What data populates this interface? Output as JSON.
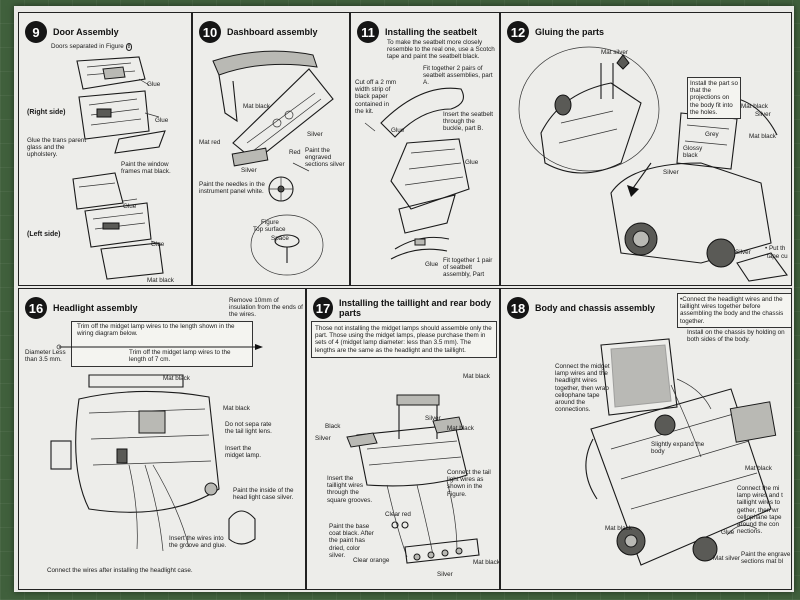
{
  "sections": {
    "s9": {
      "number": "9",
      "title": "Door Assembly",
      "note": "Doors separated in Figure",
      "figure_ref": "8",
      "labels": {
        "glue1": "Glue",
        "glue2": "Glue",
        "right_side": "(Right side)",
        "glue_glass": "Glue the trans parent glass and the upholstery.",
        "paint_window": "Paint the window frames mat black.",
        "glue3": "Glue",
        "left_side": "(Left side)",
        "glue4": "Glue",
        "mat_black": "Mat black"
      }
    },
    "s10": {
      "number": "10",
      "title": "Dashboard assembly",
      "labels": {
        "mat_black": "Mat black",
        "silver1": "Silver",
        "mat_red": "Mat red",
        "red": "Red",
        "paint_engraved": "Paint the engraved sections silver",
        "silver2": "Silver",
        "paint_needles": "Paint the needles in the instrument panel white.",
        "figure": "Figure",
        "top_surface": "Top surface",
        "space": "Space"
      }
    },
    "s11": {
      "number": "11",
      "title": "Installing the seatbelt",
      "intro": "To make the seatbelt more closely resemble to the real one, use a Scotch tape and paint the seatbelt black.",
      "labels": {
        "fit_together_a": "Fit together 2 pairs of seatbelt assemblies, part A.",
        "cut_off": "Cut off a 2 mm width strip of black paper contained in the kit.",
        "insert_belt": "Insert the seatbelt through the buckle, part B.",
        "glue1": "Glue",
        "glue2": "Glue",
        "glue3": "Glue",
        "fit_together_1": "Fit together 1 pair of seatbelt assembly, Part"
      }
    },
    "s12": {
      "number": "12",
      "title": "Gluing the parts",
      "labels": {
        "mat_silver": "Mat silver",
        "install_part": "Install the part so that the projections on the body fit into the holes.",
        "mat_black1": "Mat black",
        "silver1": "Silver",
        "glossy_black": "Glossy black",
        "grey": "Grey",
        "silver2": "Silver",
        "silver3": "Silver",
        "mat_black2": "Mat black",
        "put": "• Put th",
        "tape_cut": "tape cu"
      }
    },
    "s16": {
      "number": "16",
      "title": "Headlight assembly",
      "remove_note": "Remove 10mm of insulation from the ends of the wires.",
      "trim1": "Trim off the midget lamp wires to the length shown in the wiring diagram below.",
      "diameter": "Diameter Less than 3.5 mm.",
      "trim2": "Trim off the midget lamp wires to the length of 7 cm.",
      "labels": {
        "mat_black1": "Mat black",
        "mat_black2": "Mat black",
        "do_not_separate": "Do not sepa rate the tail light lens.",
        "insert_lamp": "Insert the midget lamp.",
        "paint_inside": "Paint the inside of the head light case silver.",
        "insert_wires": "Insert the wires into the groove and glue."
      },
      "footer": "Connect the wires after installing the headlight case."
    },
    "s17": {
      "number": "17",
      "title": "Installing the taillight and rear body parts",
      "note": "Those not installing the midget lamps should assemble only the part. Those using the midget lamps, please purchase them in sets of 4 (midget lamp diameter: less than 3.5 mm). The lengths are the same as the headlight and the taillight.",
      "labels": {
        "mat_black1": "Mat black",
        "black": "Black",
        "silver1": "Silver",
        "silver2": "Silver",
        "mat_black2": "Mat black",
        "insert_taillight": "Insert the taillight wires through the square grooves.",
        "connect_tail": "Connect the tail light wires as shown in the Figure.",
        "paint_base": "Paint the base coat black. After the paint has dried, color silver.",
        "clear_red": "Clear red",
        "clear_orange": "Clear orange",
        "mat_black3": "Mat black",
        "silver3": "Silver"
      }
    },
    "s18": {
      "number": "18",
      "title": "Body and chassis assembly",
      "top_note": "•Connect the headlight wires and the taillight wires together before assembling the body and the chassis together.",
      "labels": {
        "install_chassis": "Install on the chassis by holding on both sides of the body.",
        "connect_midget": "Connect the midget lamp wires and the headlight wires together, then wrap cellophane tape around the connections.",
        "slightly_expand": "Slightly expand the body",
        "mat_black1": "Mat black",
        "connect_m": "Connect the mi lamp wires and t taillight wires to gether, then wr cellophane tape around the con nections.",
        "mat_black2": "Mat black",
        "glue": "Glue",
        "mat_silver": "Mat silver",
        "paint_engrave": "Paint the engrave sections mat bl"
      }
    }
  }
}
